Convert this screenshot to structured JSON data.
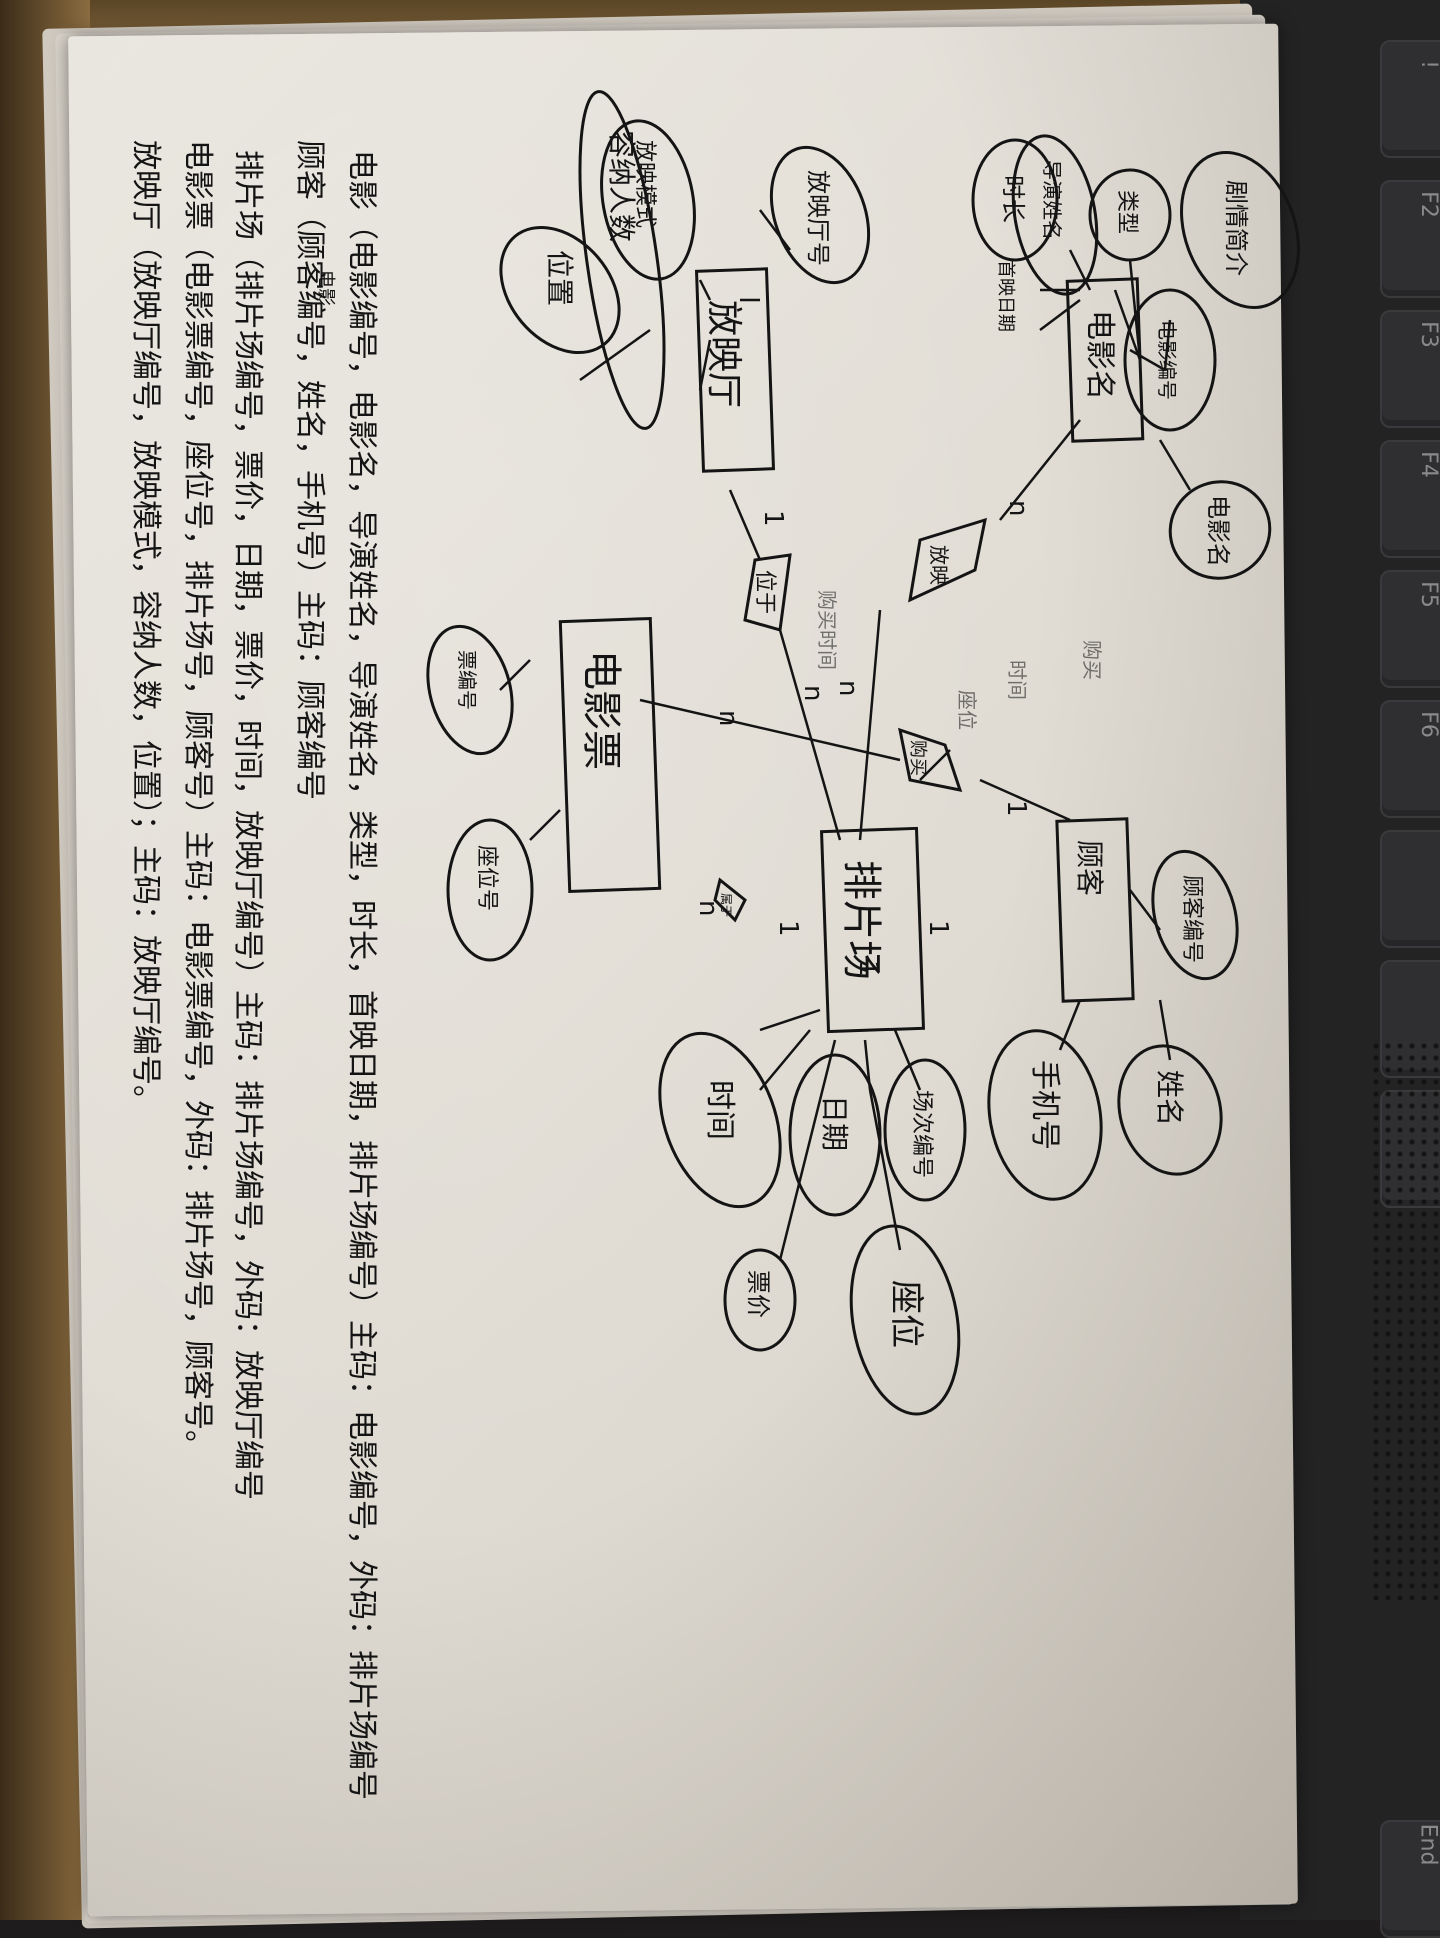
{
  "diagram": {
    "entities": {
      "ent_movie": "电影名",
      "ent_hall": "放映厅",
      "ent_schedule": "排片场",
      "ent_customer": "顾客",
      "ent_ticket": "电影票"
    },
    "relationships": {
      "rel_ticket_buy": "购买",
      "rel_schedule_bind": "放映",
      "rel_located": "位于",
      "rel_cust_buy": "购买",
      "rel_ticket_belong": "属于"
    },
    "attributes": {
      "attr_summary": "剧情简介",
      "attr_type": "类型",
      "attr_director": "导演姓名",
      "attr_duration": "时长",
      "attr_release": "首映日期",
      "attr_movie_no": "电影编号",
      "attr_movie_name": "电影名",
      "attr_hall_no": "放映厅号",
      "attr_hall_mode": "放映模式",
      "attr_capacity": "容纳人数",
      "attr_location": "位置",
      "attr_ticket_no": "票编号",
      "attr_seat_no": "座位号",
      "attr_cust_no": "顾客编号",
      "attr_cust_name": "姓名",
      "attr_phone": "手机号",
      "attr_sched_time": "时间",
      "attr_sched_date": "日期",
      "attr_sched_no": "场次编号",
      "attr_sched_price": "票价",
      "attr_sched_seat": "座位"
    },
    "cardinalities": {
      "card_a": "n",
      "card_b": "1",
      "card_c": "n",
      "card_d": "1",
      "card_e": "n",
      "card_f": "1",
      "card_g": "n",
      "card_h": "1",
      "card_i": "n",
      "card_j": "1"
    }
  },
  "relations_text": {
    "line1": "电影（电影编号，电影名，导演姓名，导演姓名，类型，时长，首映日期，排片场编号）主码：电影编号，外码：排片场编号",
    "line1_insert": "电影",
    "line2": "顾客（顾客编号，姓名，手机号）主码：顾客编号",
    "line3": "排片场（排片场编号，票价，日期，票价，时间，放映厅编号）主码：排片场编号，外码：放映厅编号",
    "line4": "电影票（电影票编号，座位号，排片场号，顾客号）主码：电影票编号，外码：排片场号，顾客号。",
    "line5": "放映厅（放映厅编号，放映模式，容纳人数，位置）；主码：放映厅编号。"
  },
  "faint_marks": [
    "购买",
    "时间",
    "座位",
    "购买时间"
  ],
  "colors": {
    "ink": "#141414",
    "paper": "#e4e0d8",
    "desk": "#6b5330",
    "keyboard": "#232323"
  }
}
